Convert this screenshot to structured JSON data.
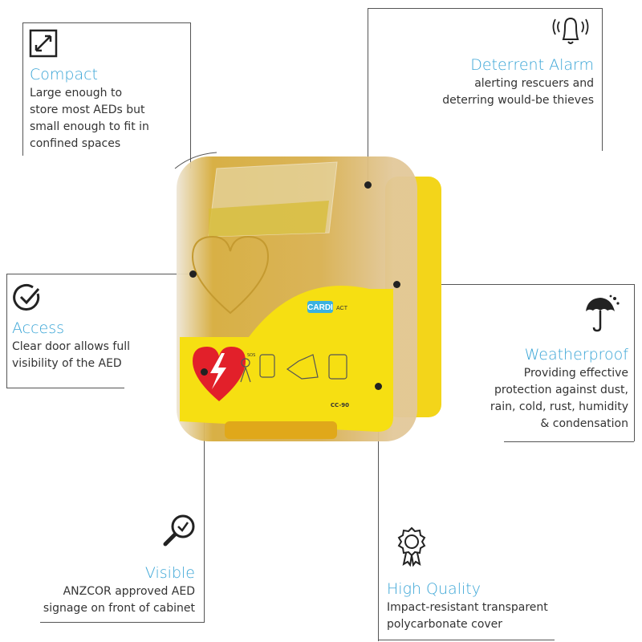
{
  "features": [
    {
      "id": "compact",
      "icon": "resize-arrows-icon",
      "title": "Compact",
      "lines": [
        "Large enough to",
        "store most AEDs but",
        "small enough to fit in",
        "confined spaces"
      ]
    },
    {
      "id": "alarm",
      "icon": "bell-icon",
      "title": "Deterrent Alarm",
      "lines": [
        "alerting rescuers and",
        "deterring would-be thieves"
      ]
    },
    {
      "id": "access",
      "icon": "check-circle-icon",
      "title": "Access",
      "lines": [
        "Clear door allows full",
        "visibility of the AED"
      ]
    },
    {
      "id": "weather",
      "icon": "umbrella-icon",
      "title": "Weatherproof",
      "lines": [
        "Providing effective",
        "protection against  dust,",
        "rain, cold, rust, humidity",
        "& condensation"
      ]
    },
    {
      "id": "visible",
      "icon": "magnifier-check-icon",
      "title": "Visible",
      "lines": [
        "ANZCOR approved AED",
        "signage on front of cabinet"
      ]
    },
    {
      "id": "quality",
      "icon": "award-badge-icon",
      "title": "High Quality",
      "lines": [
        "Impact-resistant transparent",
        "polycarbonate cover"
      ]
    }
  ],
  "product": {
    "brand": "CARDI",
    "brand_suffix": "ACT",
    "model": "CC-90",
    "sos": "SOS"
  },
  "colors": {
    "accent": "#3aa5d6",
    "cabinet": "#f2d21a",
    "door": "#d9b24a",
    "heart": "#e2202a"
  }
}
